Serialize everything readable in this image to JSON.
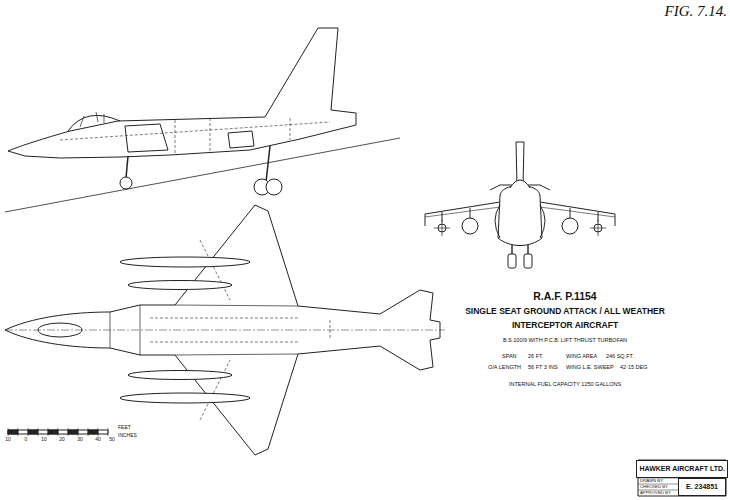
{
  "diagram": {
    "title": "R.A.F. P.1154",
    "nodes": [
      {
        "text": [
          "HAWKER AIRCRAFT LTD."
        ]
      },
      {
        "text": [
          "E. 234851"
        ]
      }
    ],
    "labels": [
      "FIG. 7.14.",
      "SINGLE SEAT GROUND ATTACK / ALL WEATHER",
      "INTERCEPTOR AIRCRAFT",
      "B.S.100/9 WITH P.C.B. LIFT THRUST TURBOFAN",
      "SPAN",
      "26 FT.",
      "WING AREA",
      "246 SQ.FT.",
      "O/A LENGTH",
      "56 FT 3 INS",
      "WING L.E. SWEEP",
      "42·15 DEG",
      "INTERNAL FUEL CAPACITY 1250 GALLONS",
      "FEET",
      "INCHES",
      "10",
      "0",
      "10",
      "20",
      "30",
      "40",
      "50",
      "DRAWN BY",
      "CHECKED BY",
      "APPROVED BY"
    ]
  }
}
